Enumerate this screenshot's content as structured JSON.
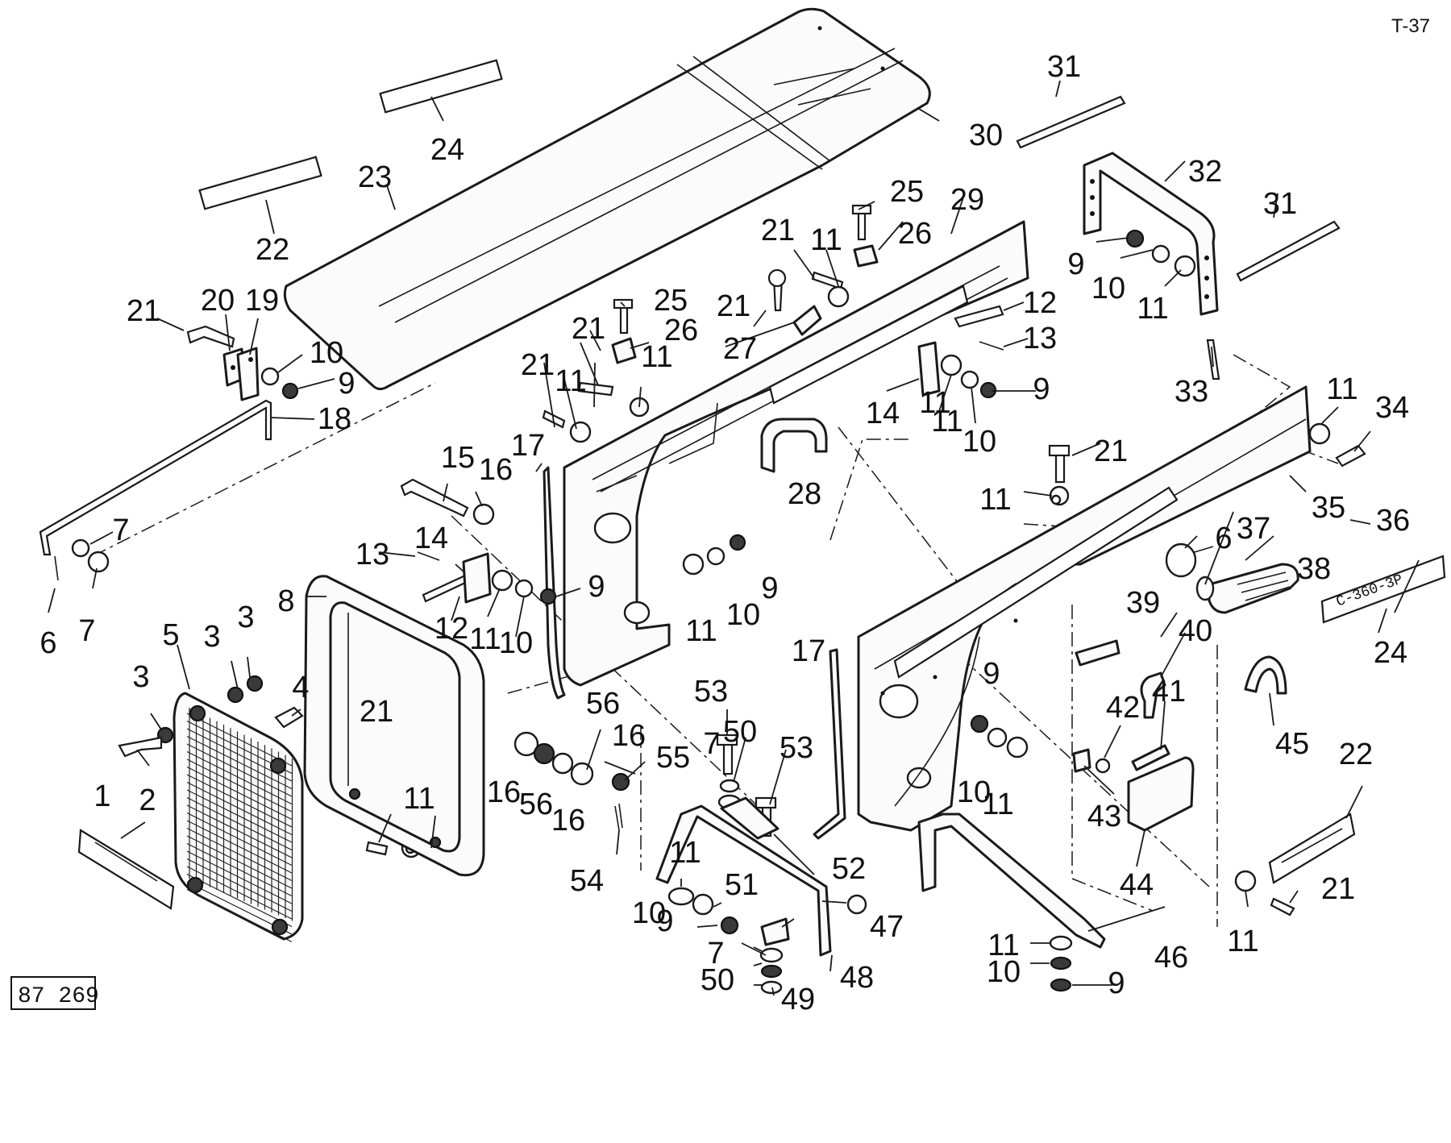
{
  "page_code": "T-37",
  "drawing_ref": "87 269",
  "plate_text": "C-360-3P",
  "callouts": {
    "c1": "1",
    "c2": "2",
    "c3a": "3",
    "c3b": "3",
    "c3c": "3",
    "c4": "4",
    "c5": "5",
    "c6a": "6",
    "c6b": "6",
    "c7a": "7",
    "c7b": "7",
    "c7c": "7",
    "c7d": "7",
    "c8": "8",
    "c9a": "9",
    "c9b": "9",
    "c9c": "9",
    "c9d": "9",
    "c9e": "9",
    "c9f": "9",
    "c9g": "9",
    "c9h": "9",
    "c10a": "10",
    "c10b": "10",
    "c10c": "10",
    "c10d": "10",
    "c10e": "10",
    "c10f": "10",
    "c10g": "10",
    "c10h": "10",
    "c11a": "11",
    "c11b": "11",
    "c11c": "11",
    "c11d": "11",
    "c11e": "11",
    "c11f": "11",
    "c11g": "11",
    "c11h": "11",
    "c11i": "11",
    "c11j": "11",
    "c11k": "11",
    "c11l": "11",
    "c11m": "11",
    "c11n": "11",
    "c11o": "11",
    "c11p": "11",
    "c12a": "12",
    "c12b": "12",
    "c13a": "13",
    "c13b": "13",
    "c14a": "14",
    "c14b": "14",
    "c15": "15",
    "c16a": "16",
    "c16b": "16",
    "c16c": "16",
    "c16d": "16",
    "c17a": "17",
    "c17b": "17",
    "c18": "18",
    "c19": "19",
    "c20": "20",
    "c21a": "21",
    "c21b": "21",
    "c21c": "21",
    "c21d": "21",
    "c21e": "21",
    "c21f": "21",
    "c21g": "21",
    "c21h": "21",
    "c22a": "22",
    "c22b": "22",
    "c23": "23",
    "c24a": "24",
    "c24b": "24",
    "c25a": "25",
    "c25b": "25",
    "c26a": "26",
    "c26b": "26",
    "c27": "27",
    "c28": "28",
    "c29": "29",
    "c30": "30",
    "c31a": "31",
    "c31b": "31",
    "c32": "32",
    "c33": "33",
    "c34": "34",
    "c35": "35",
    "c36": "36",
    "c37": "37",
    "c38": "38",
    "c39": "39",
    "c40": "40",
    "c41": "41",
    "c42": "42",
    "c43": "43",
    "c44": "44",
    "c45": "45",
    "c46": "46",
    "c47": "47",
    "c48": "48",
    "c49": "49",
    "c50a": "50",
    "c50b": "50",
    "c51": "51",
    "c52": "52",
    "c53a": "53",
    "c53b": "53",
    "c54": "54",
    "c55": "55",
    "c56a": "56",
    "c56b": "56"
  }
}
